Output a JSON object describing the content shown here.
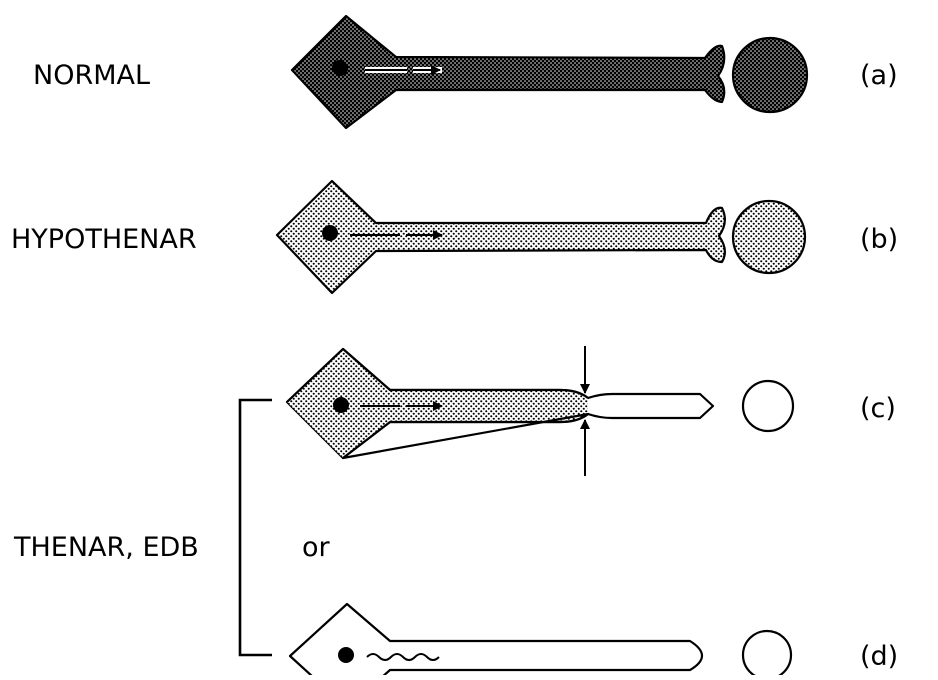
{
  "rows": {
    "a": {
      "label": "NORMAL",
      "tag": "(a)"
    },
    "b": {
      "label": "HYPOTHENAR",
      "tag": "(b)"
    },
    "c": {
      "tag": "(c)"
    },
    "d": {
      "tag": "(d)"
    }
  },
  "group_label": "THENAR, EDB",
  "or_label": "or",
  "colors": {
    "ink": "#000000",
    "paper": "#ffffff"
  }
}
